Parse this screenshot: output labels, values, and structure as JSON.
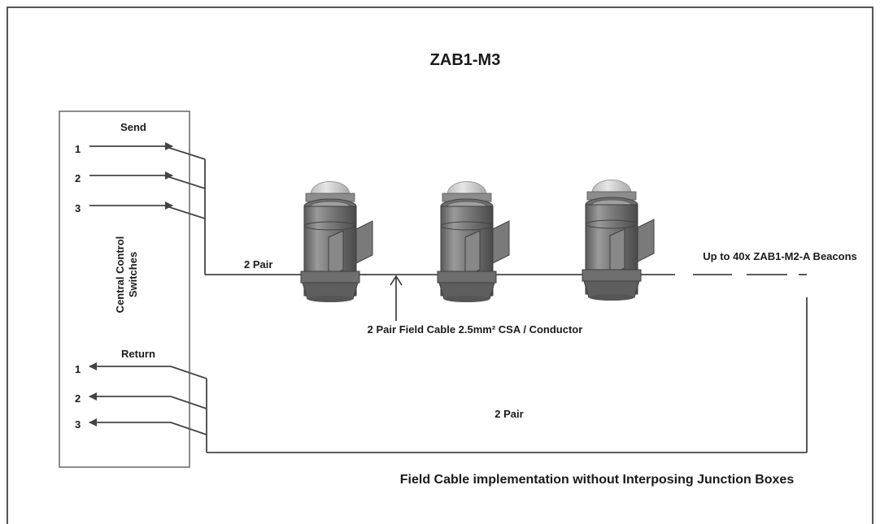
{
  "title": "ZAB1-M3",
  "control_box": {
    "send_label": "Send",
    "return_label": "Return",
    "rotated_label_line1": "Central Control",
    "rotated_label_line2": "Switches",
    "send_numbers": [
      "1",
      "2",
      "3"
    ],
    "return_numbers": [
      "1",
      "2",
      "3"
    ]
  },
  "cable_labels": {
    "top_pair": "2 Pair",
    "field_cable": "2 Pair Field Cable 2.5mm² CSA / Conductor",
    "beacons": "Up to 40x ZAB1-M2-A Beacons",
    "bottom_pair": "2 Pair"
  },
  "caption": "Field Cable implementation without Interposing Junction Boxes",
  "beacon_count": 3
}
